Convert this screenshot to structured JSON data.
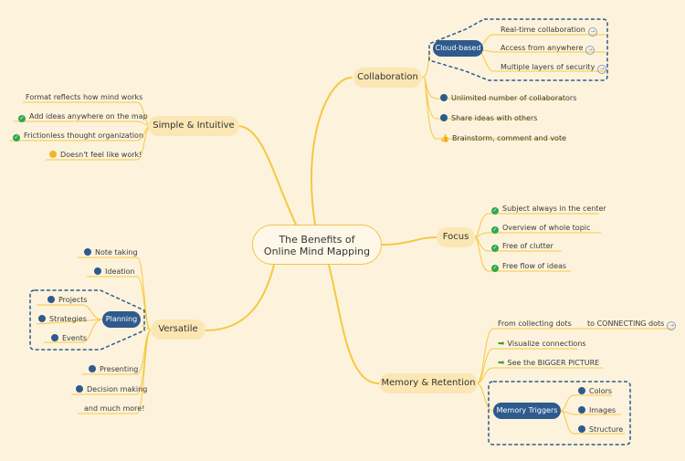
{
  "center": {
    "line1": "The Benefits of",
    "line2": "Online Mind Mapping"
  },
  "collaboration": {
    "label": "Collaboration",
    "cloud_label": "Cloud-based",
    "cloud_items": [
      "Real-time collaboration",
      "Access from anywhere",
      "Multiple layers of security"
    ],
    "items": [
      "Unlimited number of collaborators",
      "Share ideas with others",
      "Brainstorm, comment and vote"
    ]
  },
  "simple": {
    "label": "Simple & Intuitive",
    "items": [
      "Format reflects how mind works",
      "Add ideas anywhere on the map",
      "Frictionless thought organization",
      "Doesn't feel like work!"
    ]
  },
  "focus": {
    "label": "Focus",
    "items": [
      "Subject always in the center",
      "Overview of whole topic",
      "Free of clutter",
      "Free flow of ideas"
    ]
  },
  "versatile": {
    "label": "Versatile",
    "items_top": [
      "Note taking",
      "Ideation"
    ],
    "planning_label": "Planning",
    "planning_items": [
      "Projects",
      "Strategies",
      "Events"
    ],
    "items_bottom": [
      "Presenting",
      "Decision making",
      "and much more!"
    ]
  },
  "memory": {
    "label": "Memory & Retention",
    "from_text": "From collecting dots",
    "to_text": "to CONNECTING dots",
    "items": [
      "Visualize connections",
      "See the BIGGER PICTURE"
    ],
    "triggers_label": "Memory Triggers",
    "triggers": [
      "Colors",
      "Images",
      "Structure"
    ]
  },
  "colors": {
    "branch": "#f5c842",
    "pill": "#2e5a8e",
    "topic_bg": "#fbe7b4",
    "background": "#fdf3dc"
  }
}
